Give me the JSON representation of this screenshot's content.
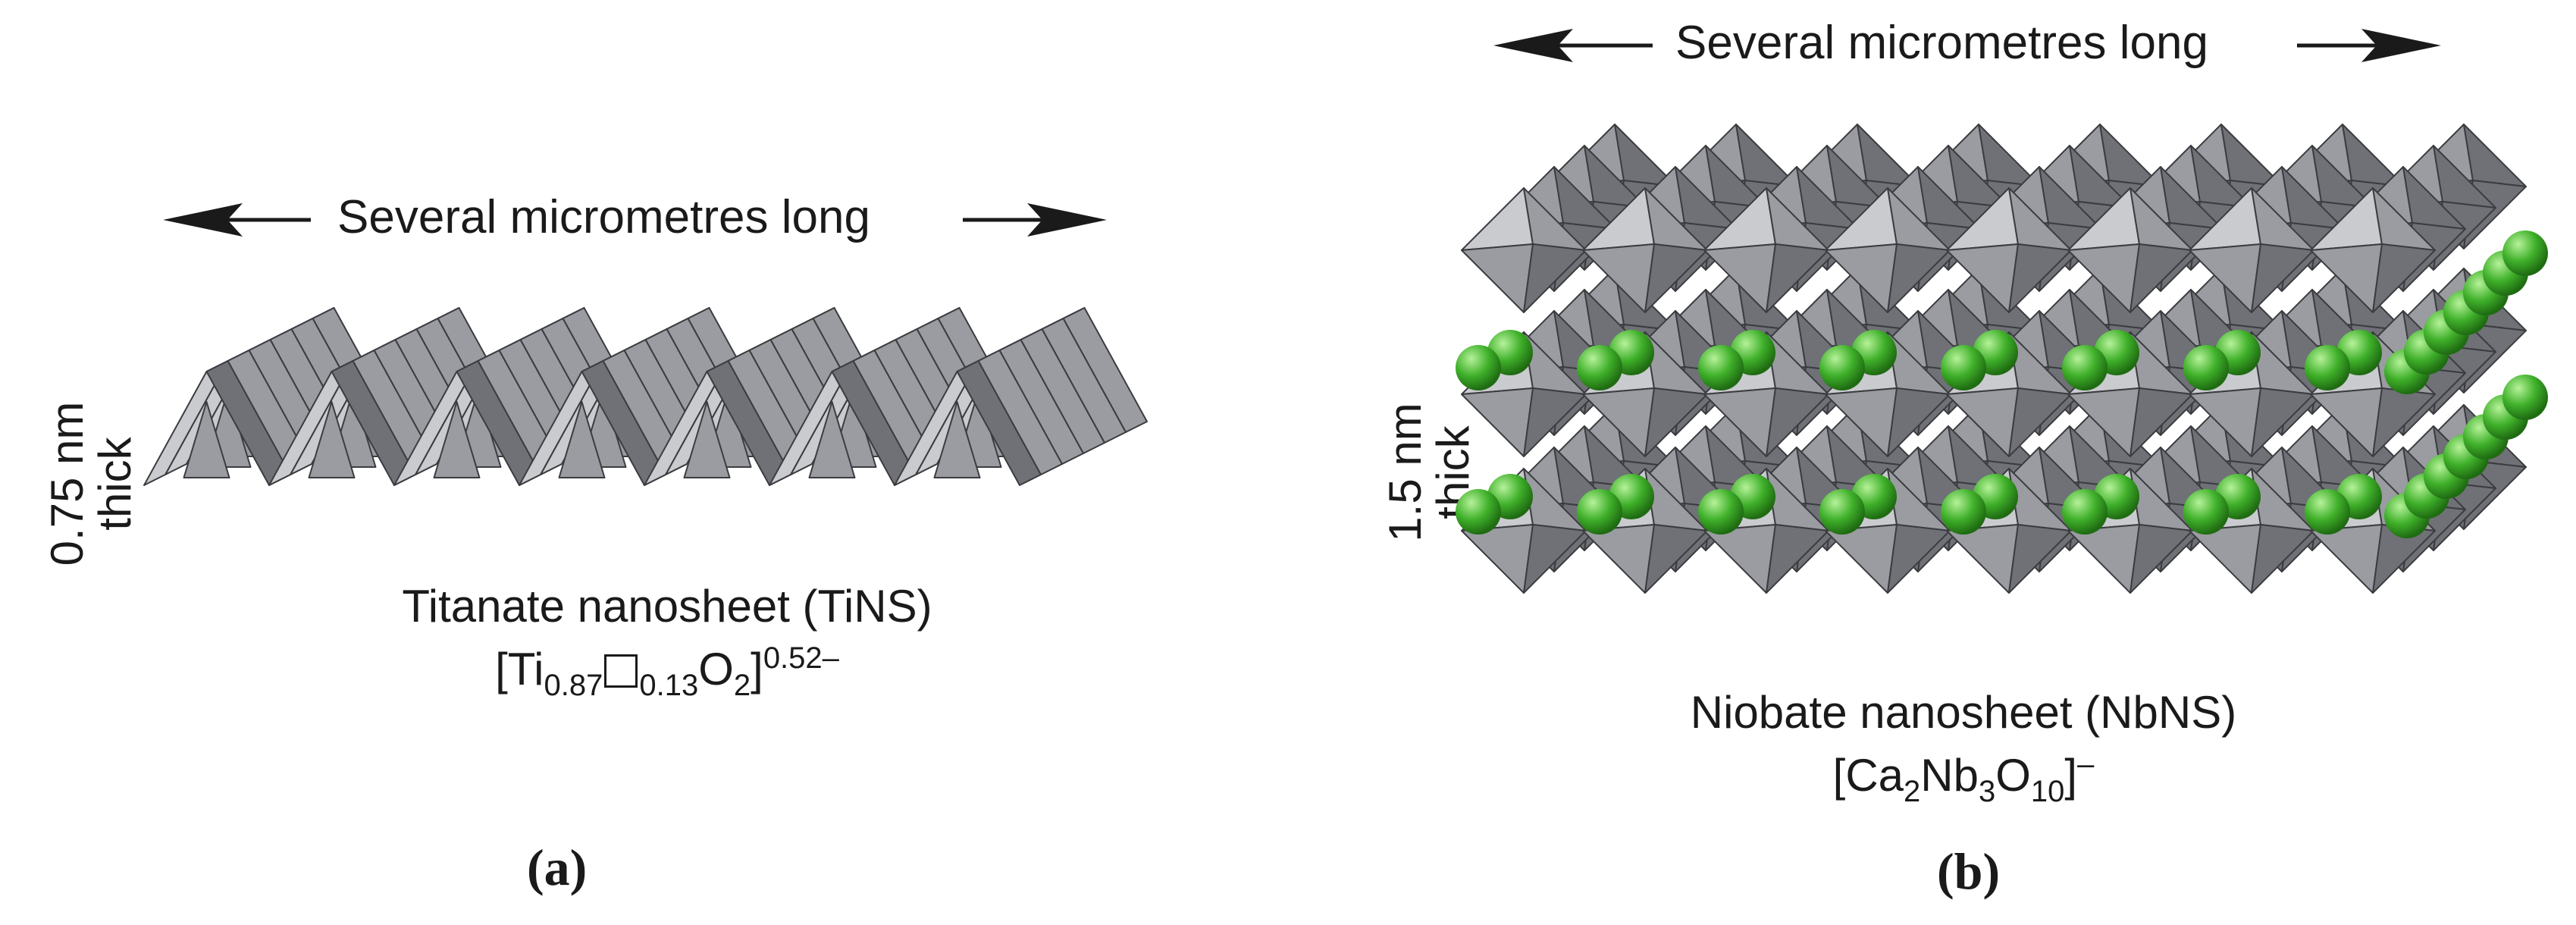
{
  "panel_a": {
    "length_label": "Several micrometres long",
    "thickness_value": "0.75 nm",
    "thickness_word": "thick",
    "name": "Titanate nanosheet (TiNS)",
    "formula": {
      "prefix": "[Ti",
      "sub1": "0.87",
      "sub2": "0.13",
      "mid": "O",
      "sub3": "2",
      "suffix": "]",
      "charge": "0.52–"
    },
    "panel_label": "(a)"
  },
  "panel_b": {
    "length_label": "Several micrometres long",
    "thickness_value": "1.5 nm",
    "thickness_word": "thick",
    "name": "Niobate nanosheet (NbNS)",
    "formula": {
      "p1": "[Ca",
      "s1": "2",
      "p2": "Nb",
      "s2": "3",
      "p3": "O",
      "s3": "10",
      "suffix": "]",
      "charge": "–"
    },
    "panel_label": "(b)"
  },
  "colors": {
    "octahedron_light": "#c9cbcf",
    "octahedron_mid": "#9a9ca1",
    "octahedron_dark": "#6f7176",
    "edge": "#3b3c40",
    "calcium": "#3fb02a"
  }
}
